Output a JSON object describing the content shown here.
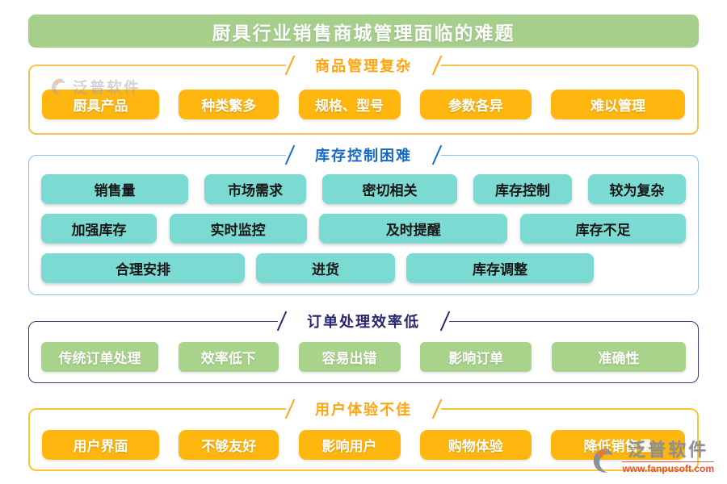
{
  "title": "厨具行业销售商城管理面临的难题",
  "sections": [
    {
      "heading": "商品管理复杂",
      "buttons": [
        "厨具产品",
        "种类繁多",
        "规格、型号",
        "参数各异",
        "难以管理"
      ]
    },
    {
      "heading": "库存控制困难",
      "rows": [
        [
          "销售量",
          "市场需求",
          "密切相关",
          "库存控制",
          "较为复杂"
        ],
        [
          "加强库存",
          "实时监控",
          "及时提醒",
          "库存不足"
        ],
        [
          "合理安排",
          "进货",
          "库存调整"
        ]
      ]
    },
    {
      "heading": "订单处理效率低",
      "buttons": [
        "传统订单处理",
        "效率低下",
        "容易出错",
        "影响订单",
        "准确性"
      ]
    },
    {
      "heading": "用户体验不佳",
      "buttons": [
        "用户界面",
        "不够友好",
        "影响用户",
        "购物体验",
        "降低销售量"
      ]
    }
  ],
  "watermark": {
    "brand": "泛普软件"
  },
  "logo": {
    "brand": "泛普软件",
    "url": "www.fanpusoft.com"
  },
  "colors": {
    "banner_bg": "#A6CF8C",
    "orange_chip": "#FFB60F",
    "teal_chip": "#7BDBD2",
    "green_chip": "#A8D38A",
    "heading_orange": "#FFA511",
    "heading_blue": "#1668C4",
    "heading_navy": "#28286E",
    "border_yellow": "#F3C44F",
    "border_light_blue": "#8FBCEC",
    "border_navy": "#3A3A80",
    "border_bottom_yellow": "#FFC52E",
    "url_red": "#E8502F",
    "brand_gray": "#8D9094"
  }
}
